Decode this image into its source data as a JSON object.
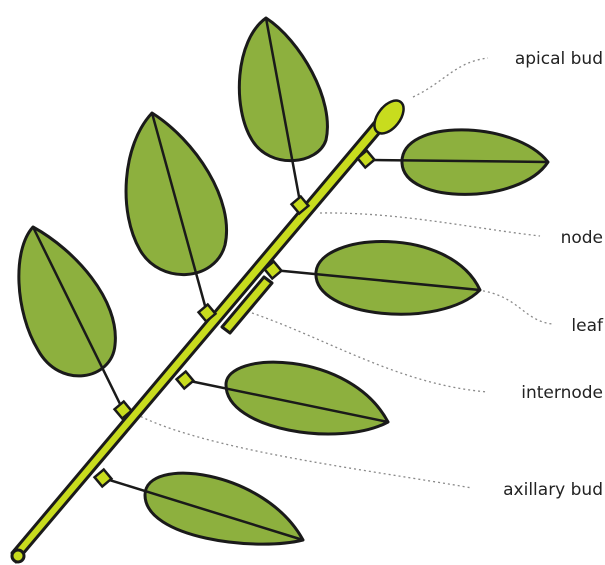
{
  "colors": {
    "leaf": "#8db03e",
    "stem": "#c8dc1e",
    "outline": "#1a1a1a",
    "leader": "#8a8a8a",
    "label": "#222222"
  },
  "labels": {
    "apical_bud": "apical bud",
    "node": "node",
    "leaf": "leaf",
    "internode": "internode",
    "axillary_bud": "axillary bud"
  }
}
